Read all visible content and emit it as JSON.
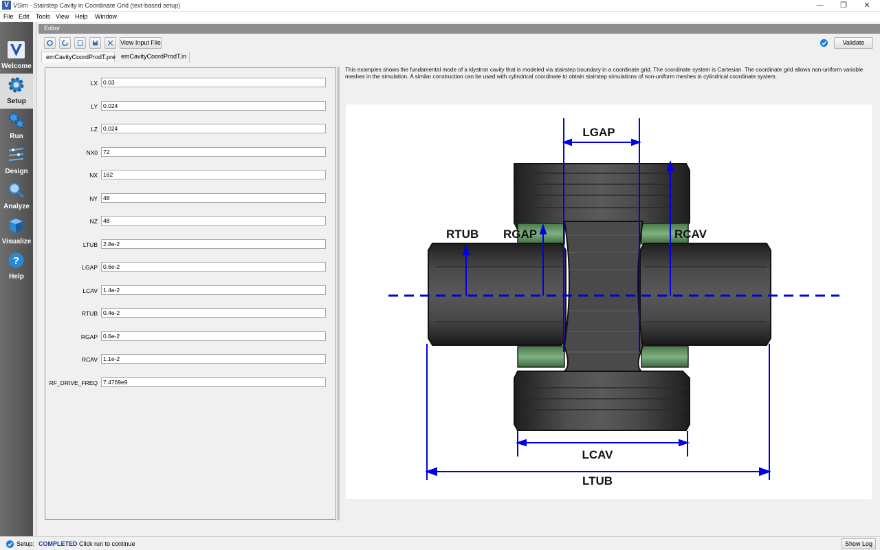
{
  "window": {
    "title": "VSim - Stairstep Cavity in Coordinate Grid (text-based setup)",
    "minimize": "—",
    "restore": "❐",
    "close": "✕"
  },
  "menu": [
    "File",
    "Edit",
    "Tools",
    "View",
    "Help",
    "Window"
  ],
  "sidebar": {
    "items": [
      {
        "label": "Welcome",
        "icon": "vsim-logo-icon"
      },
      {
        "label": "Setup",
        "icon": "gear-icon",
        "active": true
      },
      {
        "label": "Run",
        "icon": "gears-icon"
      },
      {
        "label": "Design",
        "icon": "design-icon"
      },
      {
        "label": "Analyze",
        "icon": "magnifier-icon"
      },
      {
        "label": "Visualize",
        "icon": "cube-icon"
      },
      {
        "label": "Help",
        "icon": "help-icon"
      }
    ]
  },
  "editor": {
    "header": "Editor"
  },
  "toolbar": {
    "view_input_file": "View Input File",
    "validate": "Validate"
  },
  "tabs": [
    "emCavityCoordProdT.pre",
    "emCavityCoordProdT.in"
  ],
  "fields": [
    {
      "label": "LX",
      "value": "0.03"
    },
    {
      "label": "LY",
      "value": "0.024"
    },
    {
      "label": "LZ",
      "value": "0.024"
    },
    {
      "label": "NX0",
      "value": "72"
    },
    {
      "label": "NX",
      "value": "162"
    },
    {
      "label": "NY",
      "value": "48"
    },
    {
      "label": "NZ",
      "value": "48"
    },
    {
      "label": "LTUB",
      "value": "2.8e-2"
    },
    {
      "label": "LGAP",
      "value": "0.6e-2"
    },
    {
      "label": "LCAV",
      "value": "1.4e-2"
    },
    {
      "label": "RTUB",
      "value": "0.4e-2"
    },
    {
      "label": "RGAP",
      "value": "0.6e-2"
    },
    {
      "label": "RCAV",
      "value": "1.1e-2"
    },
    {
      "label": "RF_DRIVE_FREQ",
      "value": "7.4769e9"
    }
  ],
  "description": "This examples shows the fundamental mode of a klystron cavity that is modeled via stairstep boundary in a coordinate grid. The coordinate system is Cartesian. The coordinate grid allows non-uniform variable meshes in the simulation. A similar construction can be used with cylindrical coordinate to obtain stairstep simulations of non-uniform meshes in cylindrical coordinate system.",
  "diagram": {
    "lgap": "LGAP",
    "rtub": "RTUB",
    "rgap": "RGAP",
    "rcav": "RCAV",
    "lcav": "LCAV",
    "ltub": "LTUB"
  },
  "status": {
    "label": "Setup:",
    "value": "COMPLETED",
    "message": "Click run to continue",
    "show_log": "Show Log"
  }
}
